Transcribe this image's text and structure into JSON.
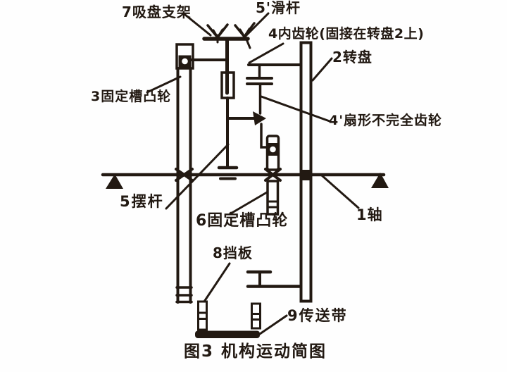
{
  "figure": {
    "caption": "图3  机构运动简图",
    "colors": {
      "ink": "#221912",
      "paper": "#fefefe"
    },
    "labels": {
      "suction_bracket": "7吸盘支架",
      "slide_rod": "5'滑杆",
      "internal_gear": "4内齿轮(固接在转盘2上)",
      "turntable": "2转盘",
      "fixed_groove_cam_3": "3固定槽凸轮",
      "sector_gear": "4'扇形不完全齿轮",
      "shaft": "1轴",
      "swing_rod": "5摆杆",
      "fixed_groove_cam_6": "6固定槽凸轮",
      "baffle": "8挡板",
      "conveyor": "9传送带"
    }
  }
}
